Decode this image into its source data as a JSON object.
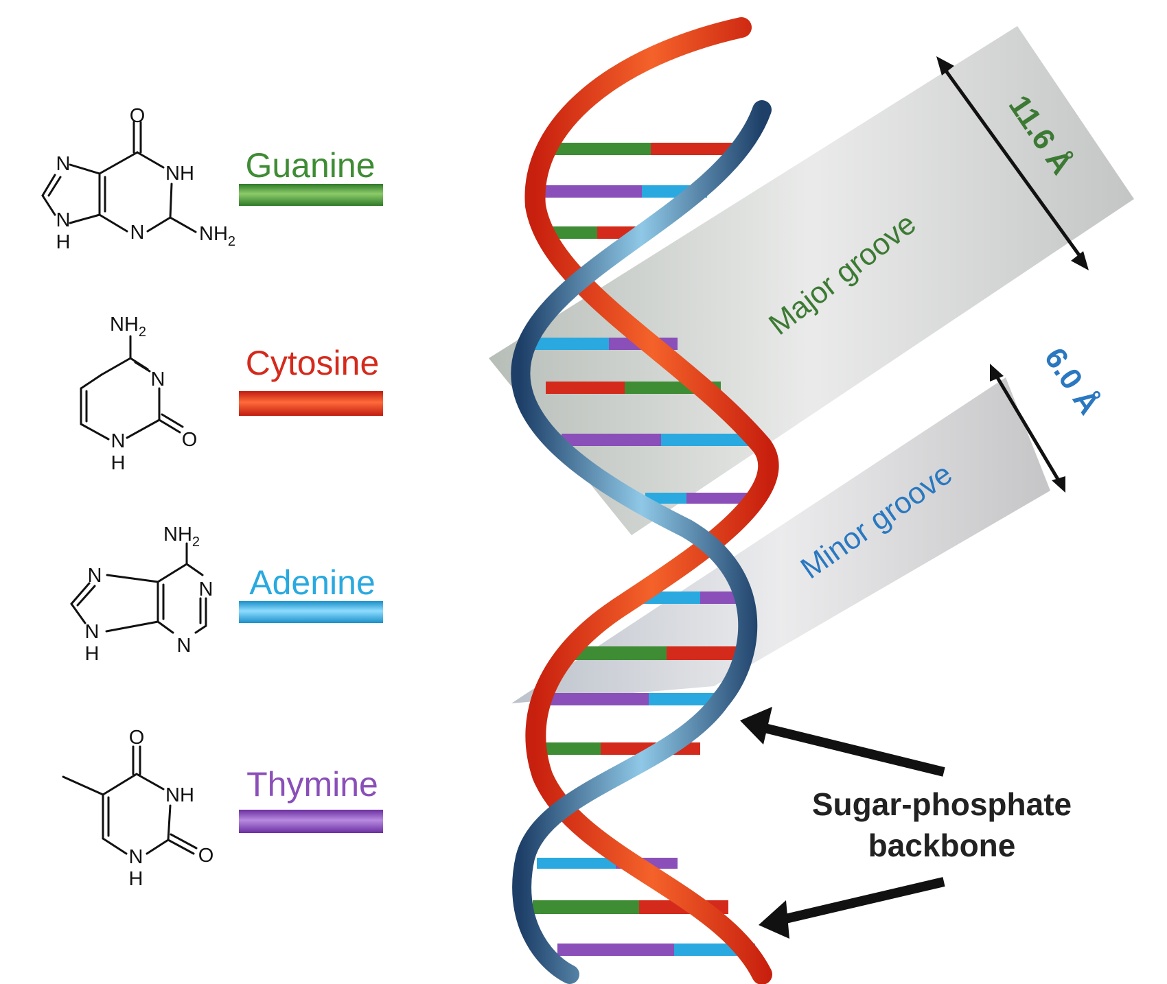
{
  "colors": {
    "guanine": "#3e8c34",
    "cytosine": "#d42a1c",
    "adenine": "#29a9df",
    "thymine": "#8a4fb8",
    "major_groove_text": "#3c7a34",
    "minor_groove_text": "#2a78c0",
    "backbone_red": "#e2401c",
    "backbone_blue": "#2a5d8f"
  },
  "bases": [
    {
      "name": "Guanine",
      "color_key": "guanine"
    },
    {
      "name": "Cytosine",
      "color_key": "cytosine"
    },
    {
      "name": "Adenine",
      "color_key": "adenine"
    },
    {
      "name": "Thymine",
      "color_key": "thymine"
    }
  ],
  "atoms": {
    "O": "O",
    "N": "N",
    "NH": "NH",
    "H": "H",
    "NH2_main": "NH",
    "NH2_sub": "2"
  },
  "grooves": {
    "major_label": "Major groove",
    "major_width": "11.6 Å",
    "minor_label": "Minor groove",
    "minor_width": "6.0 Å"
  },
  "backbone": {
    "line1": "Sugar-phosphate",
    "line2": "backbone"
  }
}
